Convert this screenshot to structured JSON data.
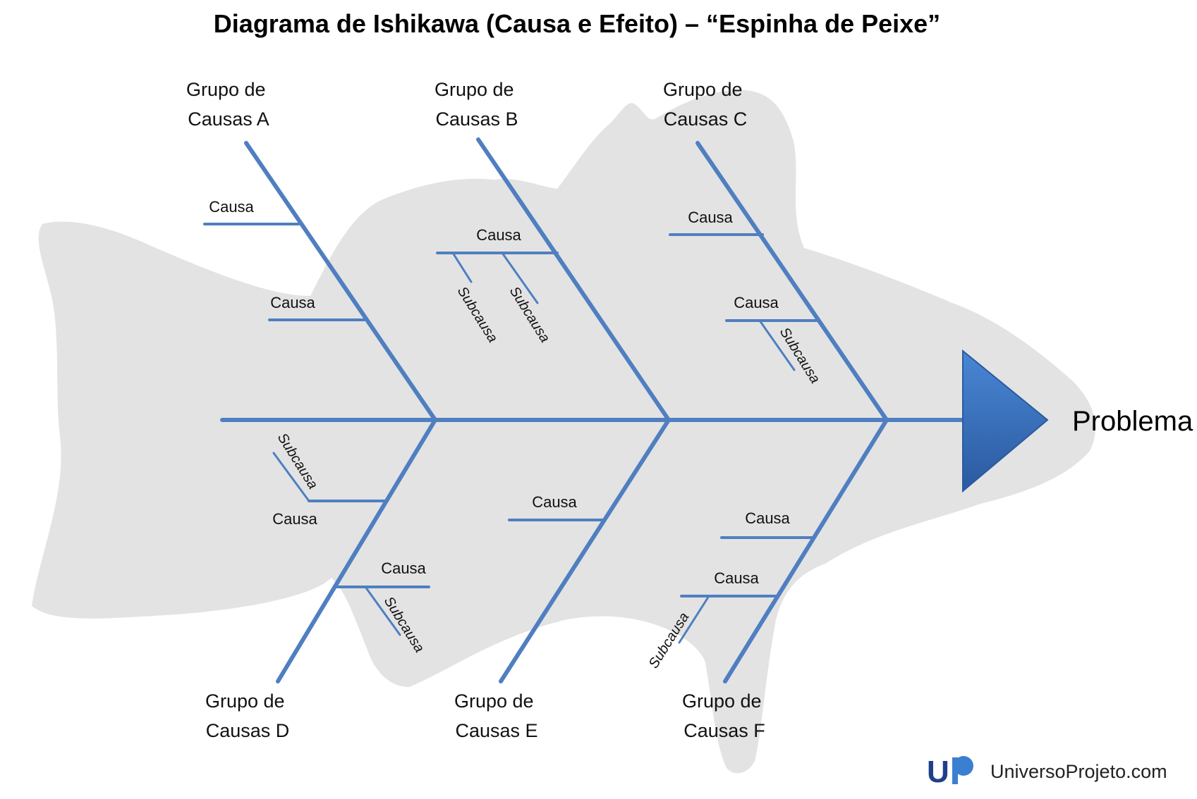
{
  "title": "Diagrama de Ishikawa (Causa e Efeito) – “Espinha de Peixe”",
  "problem": "Problema",
  "brand": {
    "logo_text": "UP",
    "text": "UniversoProjeto.com",
    "colors": {
      "u": "#1f3f8a",
      "p": "#3a7fd0"
    }
  },
  "colors": {
    "bone": "#4f7fc0",
    "fish_silhouette": "#e2e2e2",
    "head_arrow_top": "#4a86d4",
    "head_arrow_bottom": "#2a5aa0"
  },
  "groups": {
    "a": {
      "line1": "Grupo de",
      "line2": "Causas A"
    },
    "b": {
      "line1": "Grupo de",
      "line2": "Causas B"
    },
    "c": {
      "line1": "Grupo de",
      "line2": "Causas C"
    },
    "d": {
      "line1": "Grupo de",
      "line2": "Causas D"
    },
    "e": {
      "line1": "Grupo de",
      "line2": "Causas E"
    },
    "f": {
      "line1": "Grupo de",
      "line2": "Causas F"
    }
  },
  "causes": {
    "a1": "Causa",
    "a2": "Causa",
    "b1": "Causa",
    "c1": "Causa",
    "c2": "Causa",
    "d1": "Causa",
    "d2": "Causa",
    "e1": "Causa",
    "f1": "Causa",
    "f2": "Causa"
  },
  "subcauses": {
    "b1": "Subcausa",
    "b2": "Subcausa",
    "c1": "Subcausa",
    "d1": "Subcausa",
    "d2": "Subcausa",
    "f1": "Subcausa"
  }
}
